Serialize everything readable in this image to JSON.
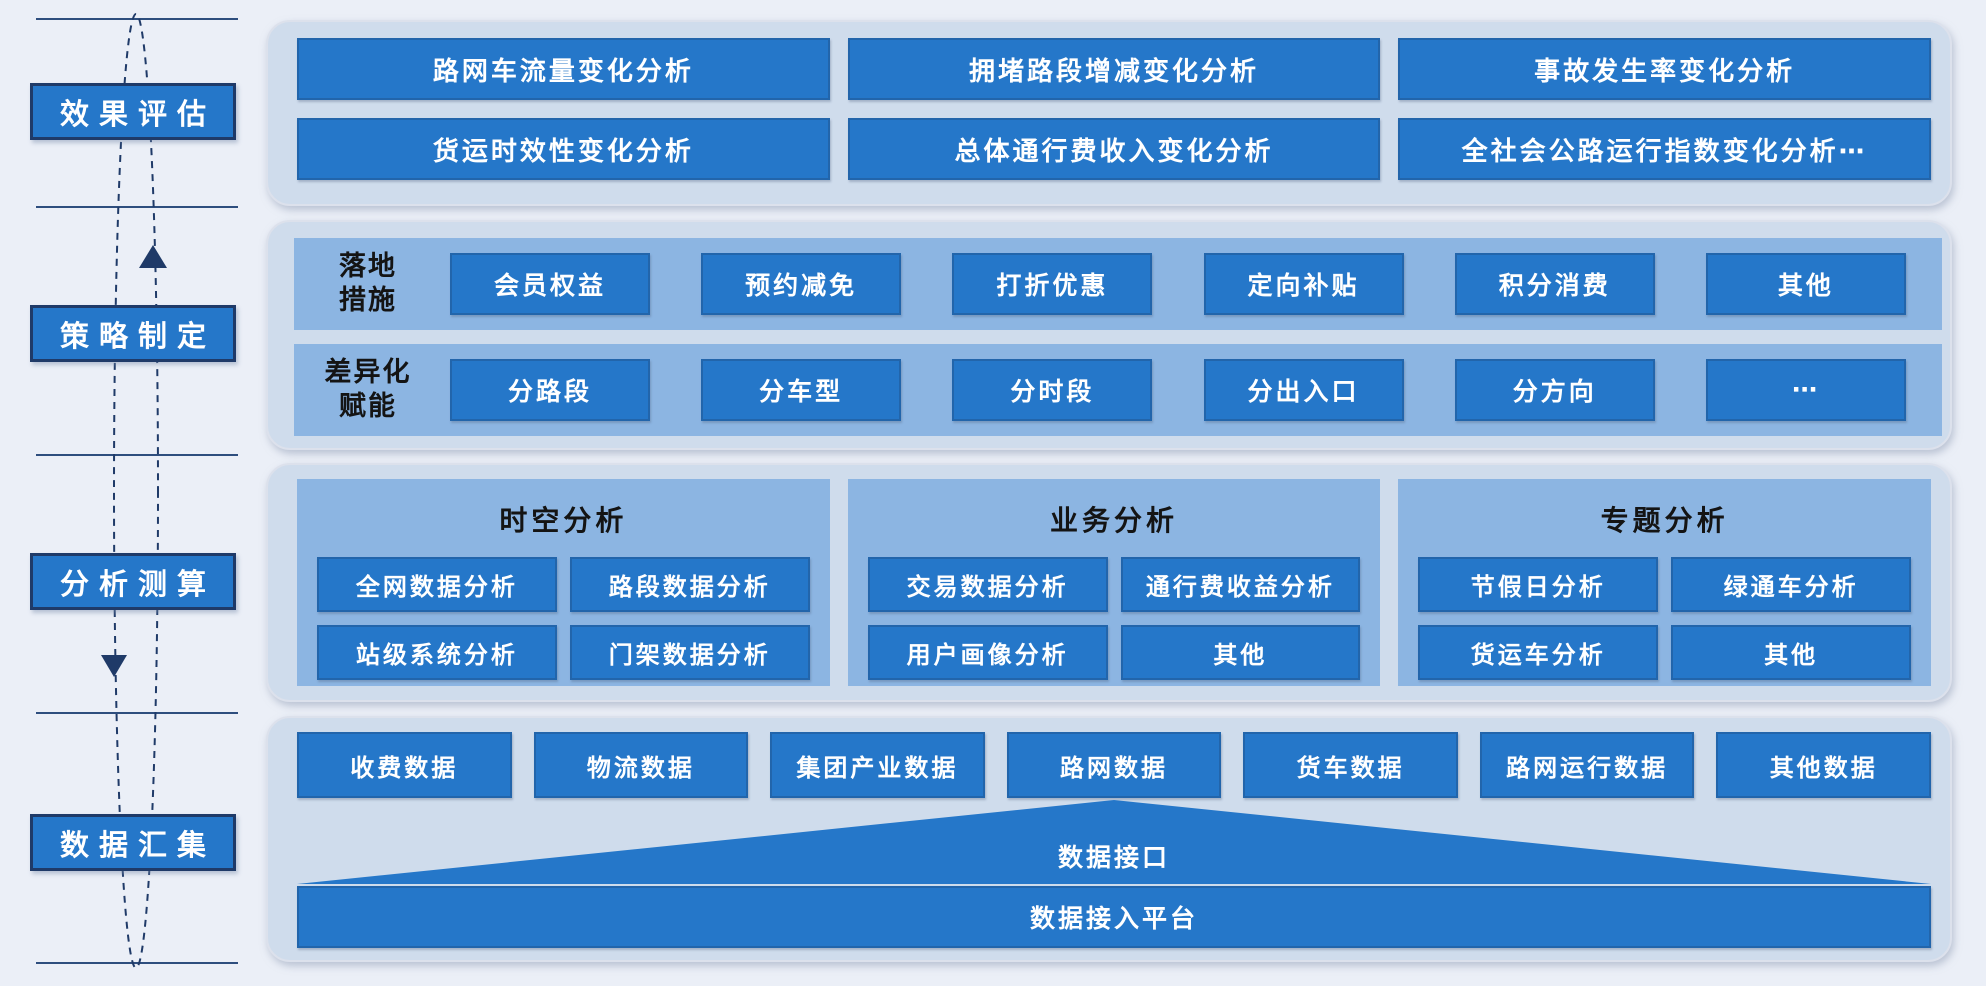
{
  "colors": {
    "page_bg": "#ebeff7",
    "panel_bg": "#cfdcec",
    "strip_bg": "#8cb5e2",
    "box_blue": "#2577c9",
    "navy": "#1f3a68",
    "text_dark": "#141414",
    "text_white": "#ffffff"
  },
  "sidebar": {
    "stages": [
      "效果评估",
      "策略制定",
      "分析测算",
      "数据汇集"
    ]
  },
  "evaluation": {
    "items": [
      "路网车流量变化分析",
      "拥堵路段增减变化分析",
      "事故发生率变化分析",
      "货运时效性变化分析",
      "总体通行费收入变化分析",
      "全社会公路运行指数变化分析⋯"
    ]
  },
  "strategy": {
    "rows": [
      {
        "label": "落地\n措施",
        "items": [
          "会员权益",
          "预约减免",
          "打折优惠",
          "定向补贴",
          "积分消费",
          "其他"
        ]
      },
      {
        "label": "差异化\n赋能",
        "items": [
          "分路段",
          "分车型",
          "分时段",
          "分出入口",
          "分方向",
          "⋯"
        ]
      }
    ]
  },
  "analysis": {
    "groups": [
      {
        "title": "时空分析",
        "items": [
          "全网数据分析",
          "路段数据分析",
          "站级系统分析",
          "门架数据分析"
        ]
      },
      {
        "title": "业务分析",
        "items": [
          "交易数据分析",
          "通行费收益分析",
          "用户画像分析",
          "其他"
        ]
      },
      {
        "title": "专题分析",
        "items": [
          "节假日分析",
          "绿通车分析",
          "货运车分析",
          "其他"
        ]
      }
    ]
  },
  "collection": {
    "sources": [
      "收费数据",
      "物流数据",
      "集团产业数据",
      "路网数据",
      "货车数据",
      "路网运行数据",
      "其他数据"
    ],
    "interface_label": "数据接口",
    "platform_label": "数据接入平台"
  }
}
